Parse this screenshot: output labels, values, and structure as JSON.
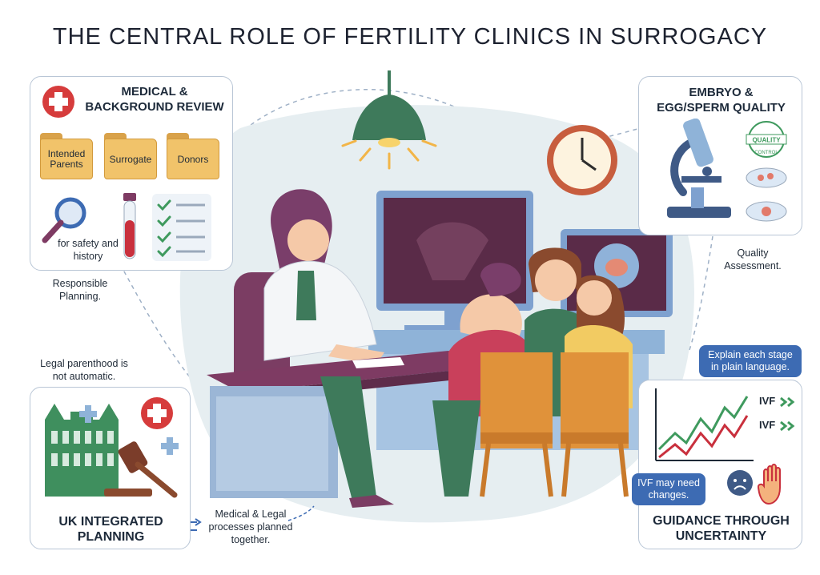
{
  "title": "THE CENTRAL ROLE OF FERTILITY CLINICS IN SURROGACY",
  "medical_review": {
    "title_line1": "MEDICAL &",
    "title_line2": "BACKGROUND REVIEW",
    "folders": [
      "Intended Parents",
      "Surrogate",
      "Donors"
    ],
    "note": "for safety and history",
    "caption": "Responsible Planning."
  },
  "embryo_quality": {
    "title_line1": "EMBRYO &",
    "title_line2": "EGG/SPERM QUALITY",
    "stamp_text": "QUALITY",
    "stamp_text2": "CONTROL",
    "caption": "Quality Assessment."
  },
  "legal": {
    "caption": "Legal parenthood is not automatic.",
    "title_line1": "UK INTEGRATED",
    "title_line2": "PLANNING",
    "note": "Medical & Legal processes planned together."
  },
  "guidance": {
    "bubble_top": "Explain each stage in plain language.",
    "ivf_label_1": "IVF",
    "ivf_label_2": "IVF",
    "bubble_bottom": "IVF may need changes.",
    "title_line1": "GUIDANCE THROUGH",
    "title_line2": "UNCERTAINTY"
  },
  "colors": {
    "panel_border": "#b9c6d6",
    "folder": "#f1c36a",
    "bubble": "#3d6bb3",
    "lamp": "#3e7a5b",
    "desk": "#7e3b63",
    "red_cross": "#d63c3c",
    "building": "#3f8f5e"
  }
}
